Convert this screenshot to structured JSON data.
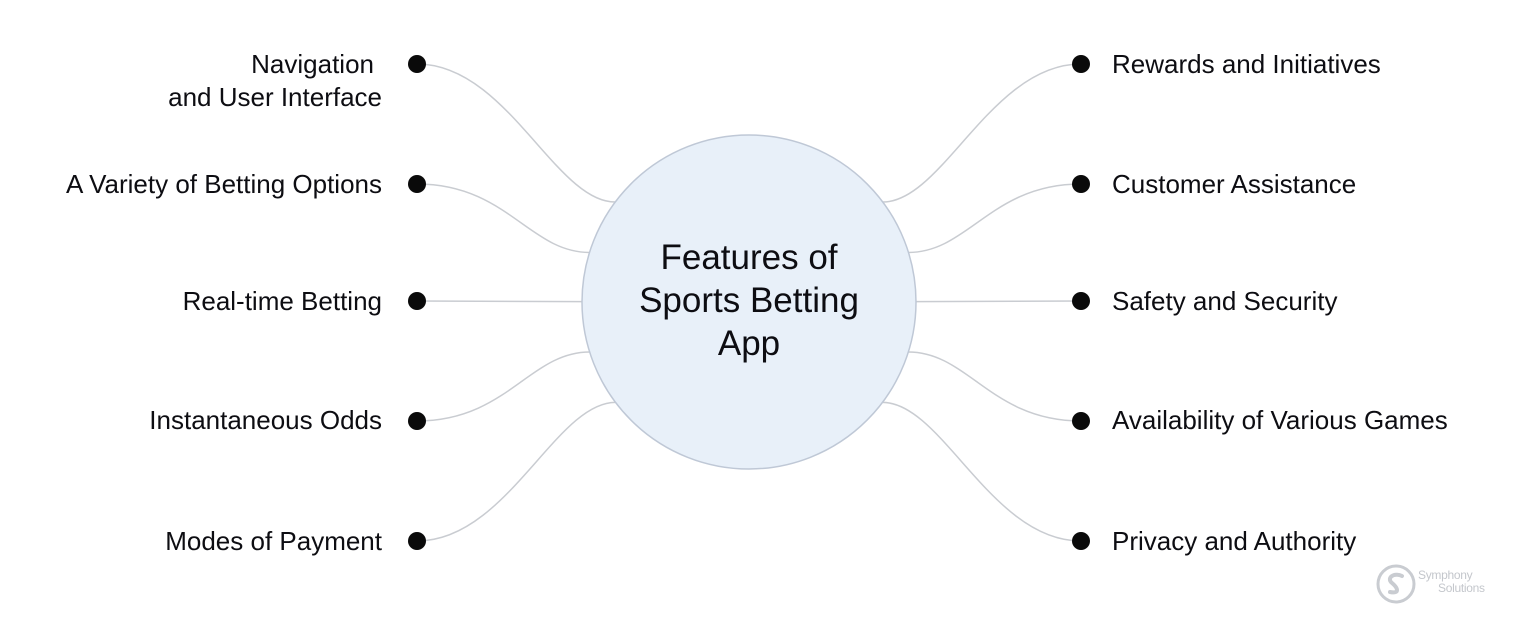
{
  "center": {
    "lines": [
      "Features of",
      "Sports Betting",
      "App"
    ],
    "fill": "#e8f0f9",
    "stroke": "#bfc8d6"
  },
  "connector_color": "#c9ccd1",
  "dot_color": "#0a0a0a",
  "left_branches": [
    {
      "lines": [
        "Navigation",
        "and User Interface"
      ]
    },
    {
      "lines": [
        "A Variety of Betting Options"
      ]
    },
    {
      "lines": [
        "Real-time Betting"
      ]
    },
    {
      "lines": [
        "Instantaneous Odds"
      ]
    },
    {
      "lines": [
        "Modes of Payment"
      ]
    }
  ],
  "right_branches": [
    {
      "lines": [
        "Rewards and Initiatives"
      ]
    },
    {
      "lines": [
        "Customer Assistance"
      ]
    },
    {
      "lines": [
        "Safety and Security"
      ]
    },
    {
      "lines": [
        "Availability of Various Games"
      ]
    },
    {
      "lines": [
        "Privacy and Authority"
      ]
    }
  ],
  "watermark": {
    "lines": [
      "Symphony",
      "Solutions"
    ],
    "icon": "symphony-logo-icon"
  }
}
